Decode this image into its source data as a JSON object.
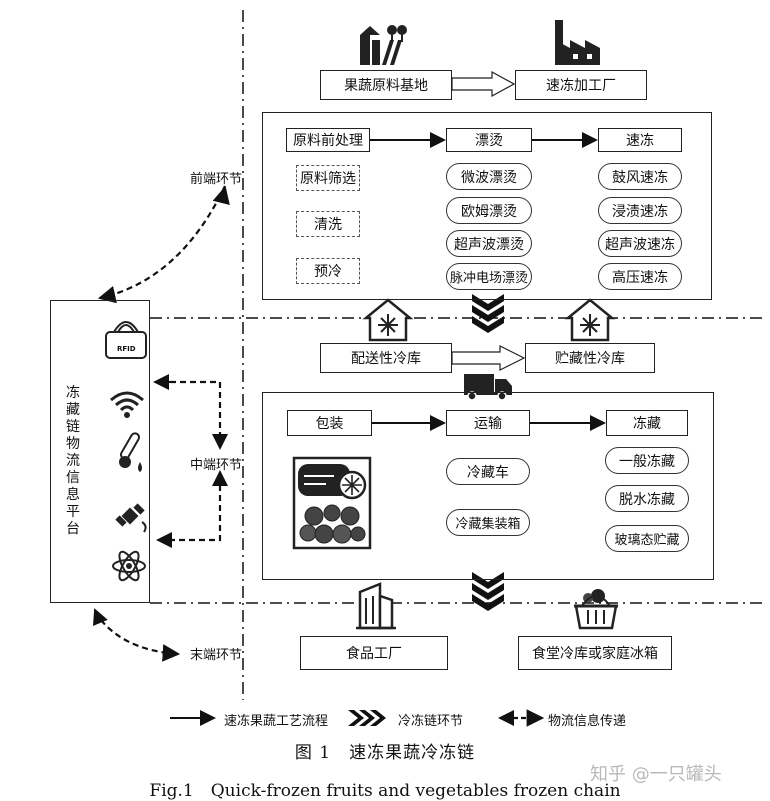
{
  "sources": {
    "base": "果蔬原料基地",
    "factory": "速冻加工厂"
  },
  "front": {
    "stage_label": "前端环节",
    "headers": [
      "原料前处理",
      "漂烫",
      "速冻"
    ],
    "pretreat": [
      "原料筛选",
      "清洗",
      "预冷"
    ],
    "blanch": [
      "微波漂烫",
      "欧姆漂烫",
      "超声波漂烫",
      "脉冲电场漂烫"
    ],
    "freeze": [
      "鼓风速冻",
      "浸渍速冻",
      "超声波速冻",
      "高压速冻"
    ]
  },
  "storage": {
    "distribution": "配送性冷库",
    "storage": "贮藏性冷库"
  },
  "middle": {
    "stage_label": "中端环节",
    "headers": [
      "包装",
      "运输",
      "冻藏"
    ],
    "transport": [
      "冷藏车",
      "冷藏集装箱"
    ],
    "frozen": [
      "一般冻藏",
      "脱水冻藏",
      "玻璃态贮藏"
    ]
  },
  "end": {
    "stage_label": "末端环节",
    "food_factory": "食品工厂",
    "home": "食堂冷库或家庭冰箱"
  },
  "platform": {
    "title": "冻藏链物流信息平台",
    "rfid_text": "RFID",
    "icons": [
      "rfid-icon",
      "wifi-icon",
      "thermometer-icon",
      "satellite-icon",
      "atom-icon"
    ]
  },
  "legend": {
    "process": "速冻果蔬工艺流程",
    "link": "冷冻链环节",
    "info": "物流信息传递"
  },
  "caption": {
    "cn": "图 1　速冻果蔬冷冻链",
    "en": "Fig.1　Quick-frozen fruits and vegetables frozen chain"
  },
  "watermark": "知乎 @一只罐头"
}
